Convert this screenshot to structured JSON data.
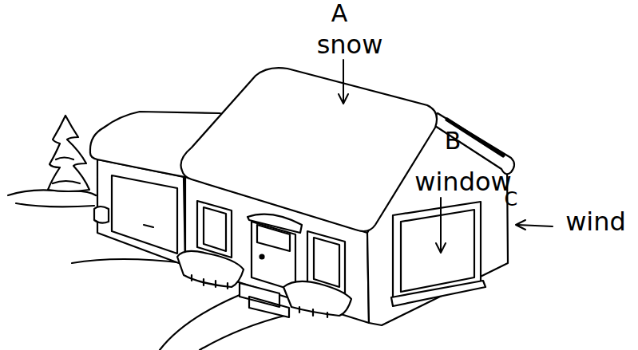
{
  "diagram": {
    "labels": [
      "A",
      "snow",
      "B",
      "window",
      "C",
      "wind"
    ]
  }
}
